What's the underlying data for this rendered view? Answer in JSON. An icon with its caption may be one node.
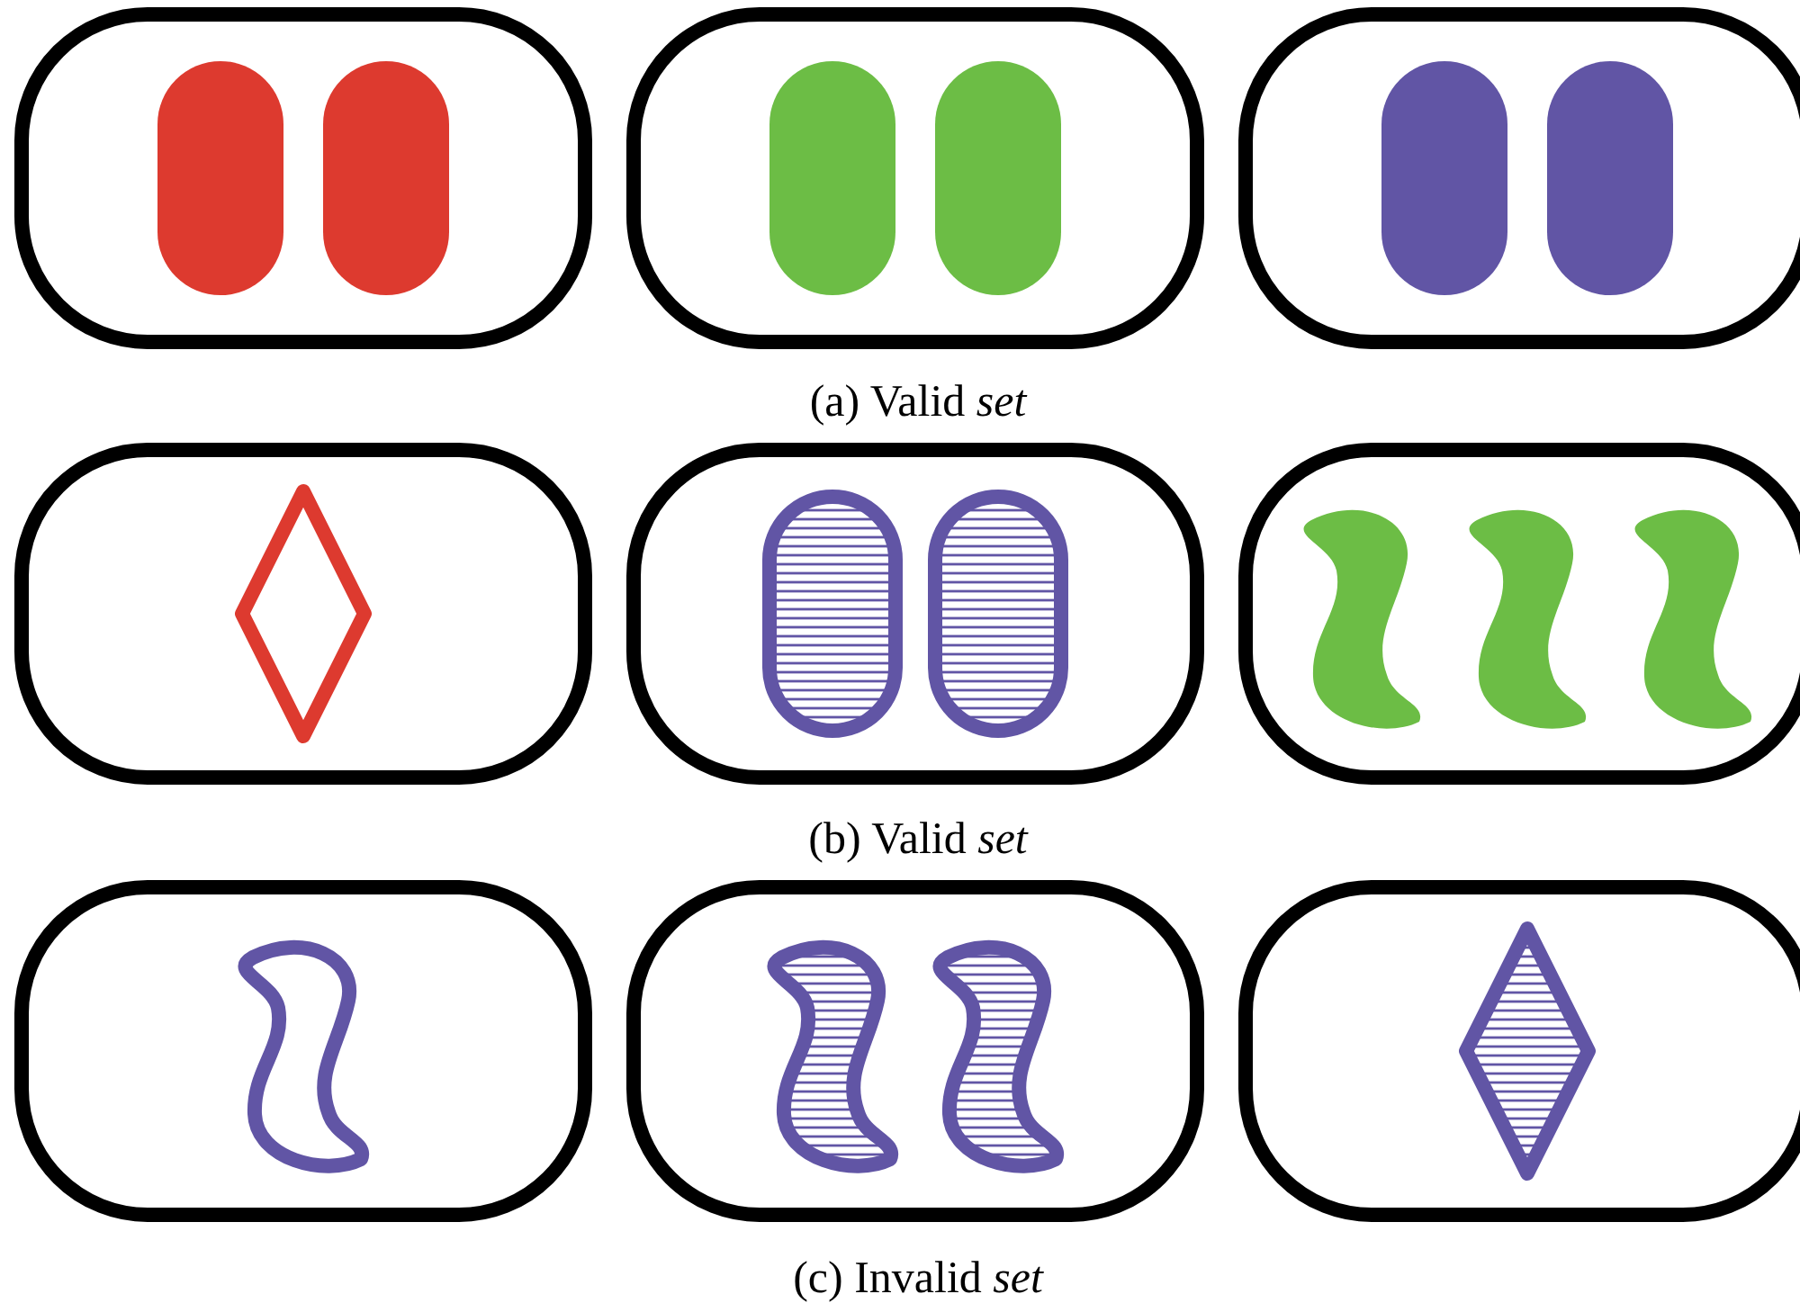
{
  "diagram": {
    "labels": [
      "(a) Valid *set*",
      "(b) Valid *set*",
      "(c) Invalid *set*"
    ]
  }
}
